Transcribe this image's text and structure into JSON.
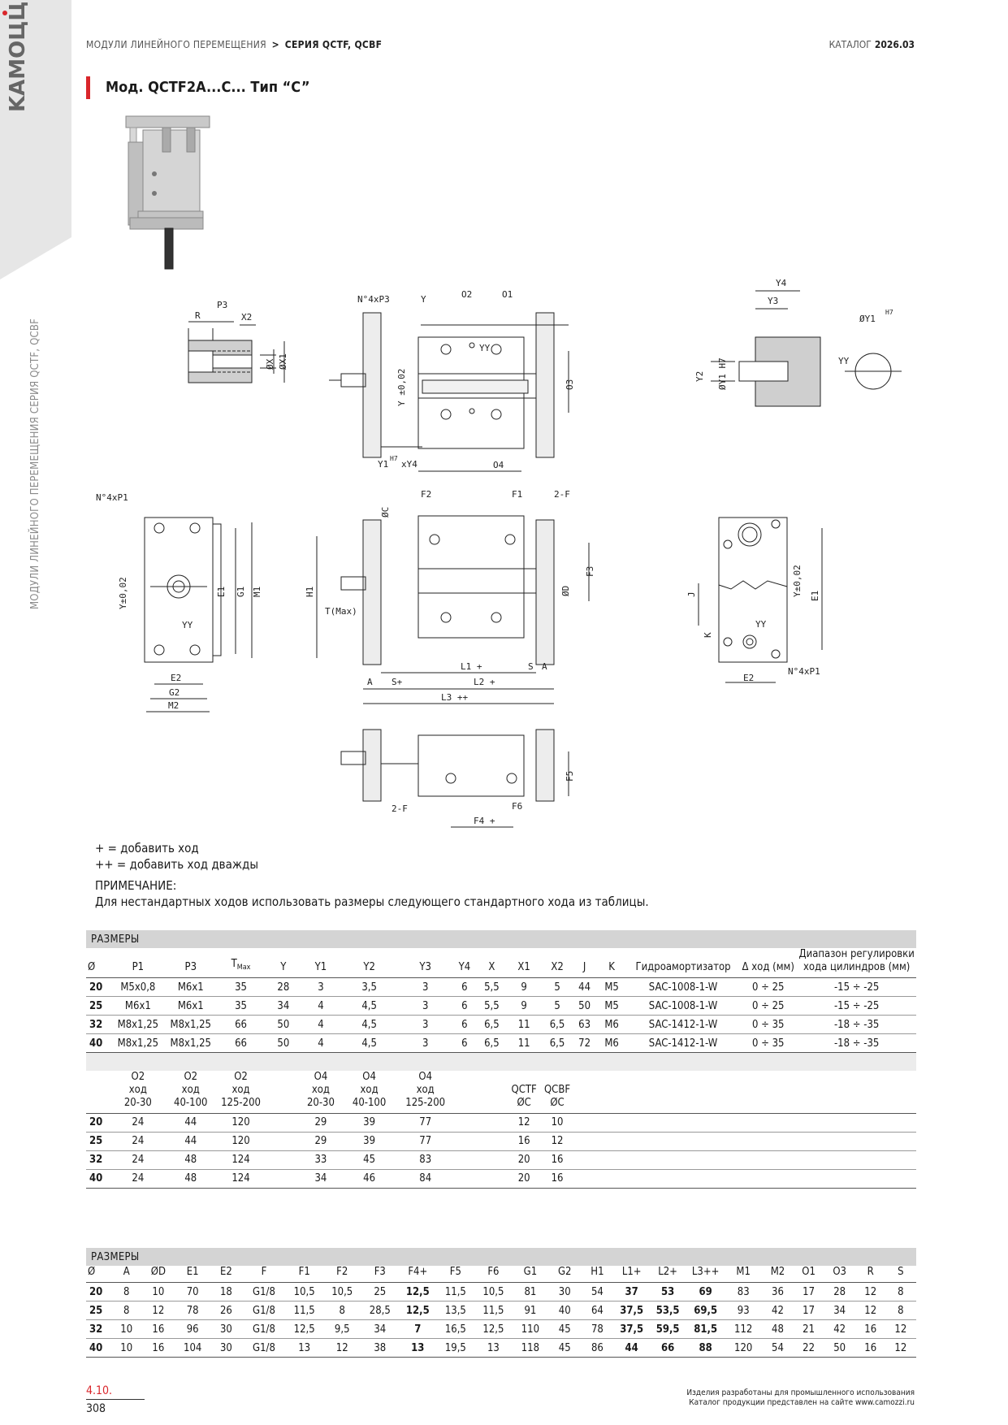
{
  "brand": {
    "logo_text": "KAMOЦЦI"
  },
  "side_text": "МОДУЛИ ЛИНЕЙНОГО ПЕРЕМЕЩЕНИЯ СЕРИЯ QCTF, QCBF",
  "breadcrumb": {
    "section": "МОДУЛИ ЛИНЕЙНОГО ПЕРЕМЕЩЕНИЯ",
    "separator": ">",
    "current": "СЕРИЯ QCTF, QCBF"
  },
  "catalog": {
    "label": "КАТАЛОГ",
    "version": "2026.03"
  },
  "title": "Мод. QCTF2A...C... Тип “C”",
  "drawing_labels": {
    "top_left": [
      "R",
      "P3",
      "X2",
      "ØX",
      "ØX1"
    ],
    "top_center": [
      "N°4xP3",
      "Y",
      "O2",
      "O1",
      "YY",
      "Y ±0,02",
      "O3",
      "Y1",
      "H7",
      "xY4",
      "O4"
    ],
    "top_right": [
      "Y4",
      "Y3",
      "ØY1",
      "H7",
      "Y2",
      "ØY1",
      "H7",
      "YY"
    ],
    "mid_left": [
      "N°4xP1",
      "Y±0,02",
      "YY",
      "E1",
      "G1",
      "M1",
      "E2",
      "G2",
      "M2"
    ],
    "mid_center": [
      "ØC",
      "F2",
      "F1",
      "2-F",
      "F3",
      "H1",
      "ØD",
      "T(Max)",
      "L1 +",
      "S",
      "A",
      "A",
      "S+",
      "L2 +",
      "L3 ++"
    ],
    "mid_right": [
      "J",
      "K",
      "YY",
      "Y±0,02",
      "E1",
      "E2",
      "N°4xP1"
    ],
    "bottom": [
      "F5",
      "F6",
      "2-F",
      "F4 +"
    ]
  },
  "notes": {
    "plus": "+ = добавить ход",
    "plus_plus": "++ = добавить ход дважды",
    "note_label": "ПРИМЕЧАНИЕ:",
    "note_text": "Для нестандартных ходов использовать размеры следующего стандартного хода из таблицы."
  },
  "table1": {
    "caption": "РАЗМЕРЫ",
    "headers": [
      "Ø",
      "P1",
      "P3",
      "T",
      "Y",
      "Y1",
      "Y2",
      "Y3",
      "Y4",
      "X",
      "X1",
      "X2",
      "J",
      "K",
      "Гидроамортизатор",
      "Δ ход (мм)",
      "Диапазон регулировки хода цилиндров (мм)"
    ],
    "t_sub": "Max",
    "rows": [
      [
        "20",
        "M5x0,8",
        "M6x1",
        "35",
        "28",
        "3",
        "3,5",
        "3",
        "6",
        "5,5",
        "9",
        "5",
        "44",
        "M5",
        "SAC-1008-1-W",
        "0 ÷ 25",
        "-15 ÷ -25"
      ],
      [
        "25",
        "M6x1",
        "M6x1",
        "35",
        "34",
        "4",
        "4,5",
        "3",
        "6",
        "5,5",
        "9",
        "5",
        "50",
        "M5",
        "SAC-1008-1-W",
        "0 ÷ 25",
        "-15 ÷ -25"
      ],
      [
        "32",
        "M8x1,25",
        "M8x1,25",
        "66",
        "50",
        "4",
        "4,5",
        "3",
        "6",
        "6,5",
        "11",
        "6,5",
        "63",
        "M6",
        "SAC-1412-1-W",
        "0 ÷ 35",
        "-18 ÷ -35"
      ],
      [
        "40",
        "M8x1,25",
        "M8x1,25",
        "66",
        "50",
        "4",
        "4,5",
        "3",
        "6",
        "6,5",
        "11",
        "6,5",
        "72",
        "M6",
        "SAC-1412-1-W",
        "0 ÷ 35",
        "-18 ÷ -35"
      ]
    ]
  },
  "table2": {
    "headers": [
      "",
      "O2 ход 20-30",
      "O2 ход 40-100",
      "O2 ход 125-200",
      "",
      "O4 ход 20-30",
      "O4 ход 40-100",
      "O4 ход 125-200",
      "",
      "",
      "QCTF ØC",
      "QCBF ØC"
    ],
    "rows": [
      [
        "20",
        "24",
        "44",
        "120",
        "",
        "29",
        "39",
        "77",
        "",
        "",
        "12",
        "10"
      ],
      [
        "25",
        "24",
        "44",
        "120",
        "",
        "29",
        "39",
        "77",
        "",
        "",
        "16",
        "12"
      ],
      [
        "32",
        "24",
        "48",
        "124",
        "",
        "33",
        "45",
        "83",
        "",
        "",
        "20",
        "16"
      ],
      [
        "40",
        "24",
        "48",
        "124",
        "",
        "34",
        "46",
        "84",
        "",
        "",
        "20",
        "16"
      ]
    ]
  },
  "table3": {
    "caption": "РАЗМЕРЫ",
    "headers": [
      "Ø",
      "A",
      "ØD",
      "E1",
      "E2",
      "F",
      "F1",
      "F2",
      "F3",
      "F4+",
      "F5",
      "F6",
      "G1",
      "G2",
      "H1",
      "L1+",
      "L2+",
      "L3++",
      "M1",
      "M2",
      "O1",
      "O3",
      "R",
      "S"
    ],
    "rows": [
      [
        "20",
        "8",
        "10",
        "70",
        "18",
        "G1/8",
        "10,5",
        "10,5",
        "25",
        "12,5",
        "11,5",
        "10,5",
        "81",
        "30",
        "54",
        "37",
        "53",
        "69",
        "83",
        "36",
        "17",
        "28",
        "12",
        "8"
      ],
      [
        "25",
        "8",
        "12",
        "78",
        "26",
        "G1/8",
        "11,5",
        "8",
        "28,5",
        "12,5",
        "13,5",
        "11,5",
        "91",
        "40",
        "64",
        "37,5",
        "53,5",
        "69,5",
        "93",
        "42",
        "17",
        "34",
        "12",
        "8"
      ],
      [
        "32",
        "10",
        "16",
        "96",
        "30",
        "G1/8",
        "12,5",
        "9,5",
        "34",
        "7",
        "16,5",
        "12,5",
        "110",
        "45",
        "78",
        "37,5",
        "59,5",
        "81,5",
        "112",
        "48",
        "21",
        "42",
        "16",
        "12"
      ],
      [
        "40",
        "10",
        "16",
        "104",
        "30",
        "G1/8",
        "13",
        "12",
        "38",
        "13",
        "19,5",
        "13",
        "118",
        "45",
        "86",
        "44",
        "66",
        "88",
        "120",
        "54",
        "22",
        "50",
        "16",
        "12"
      ]
    ]
  },
  "footer": {
    "section_no": "4.10.",
    "page_no": "308",
    "line1": "Изделия разработаны для промышленного использования",
    "line2": "Каталог продукции представлен на сайте www.camozzi.ru"
  }
}
